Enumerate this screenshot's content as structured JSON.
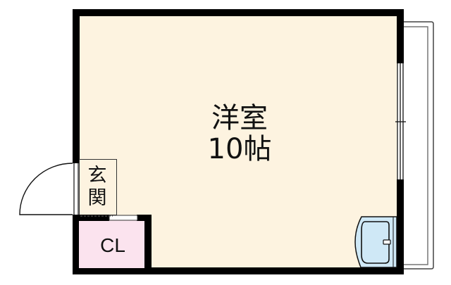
{
  "floorplan": {
    "main_room": {
      "type_label": "洋室",
      "size_label": "10帖",
      "fill_color": "#FDF3E0"
    },
    "entrance": {
      "label": "玄関",
      "fill_color": "#FDF3E0"
    },
    "closet": {
      "label": "CL",
      "fill_color": "#FBE3EE"
    },
    "fixtures": {
      "sink_icon": "sink-icon",
      "sink_color": "#CFE8F6",
      "door_icon": "door-swing-icon",
      "window_icon": "window-icon",
      "balcony_icon": "balcony-outline"
    },
    "wall_color": "#000000"
  }
}
